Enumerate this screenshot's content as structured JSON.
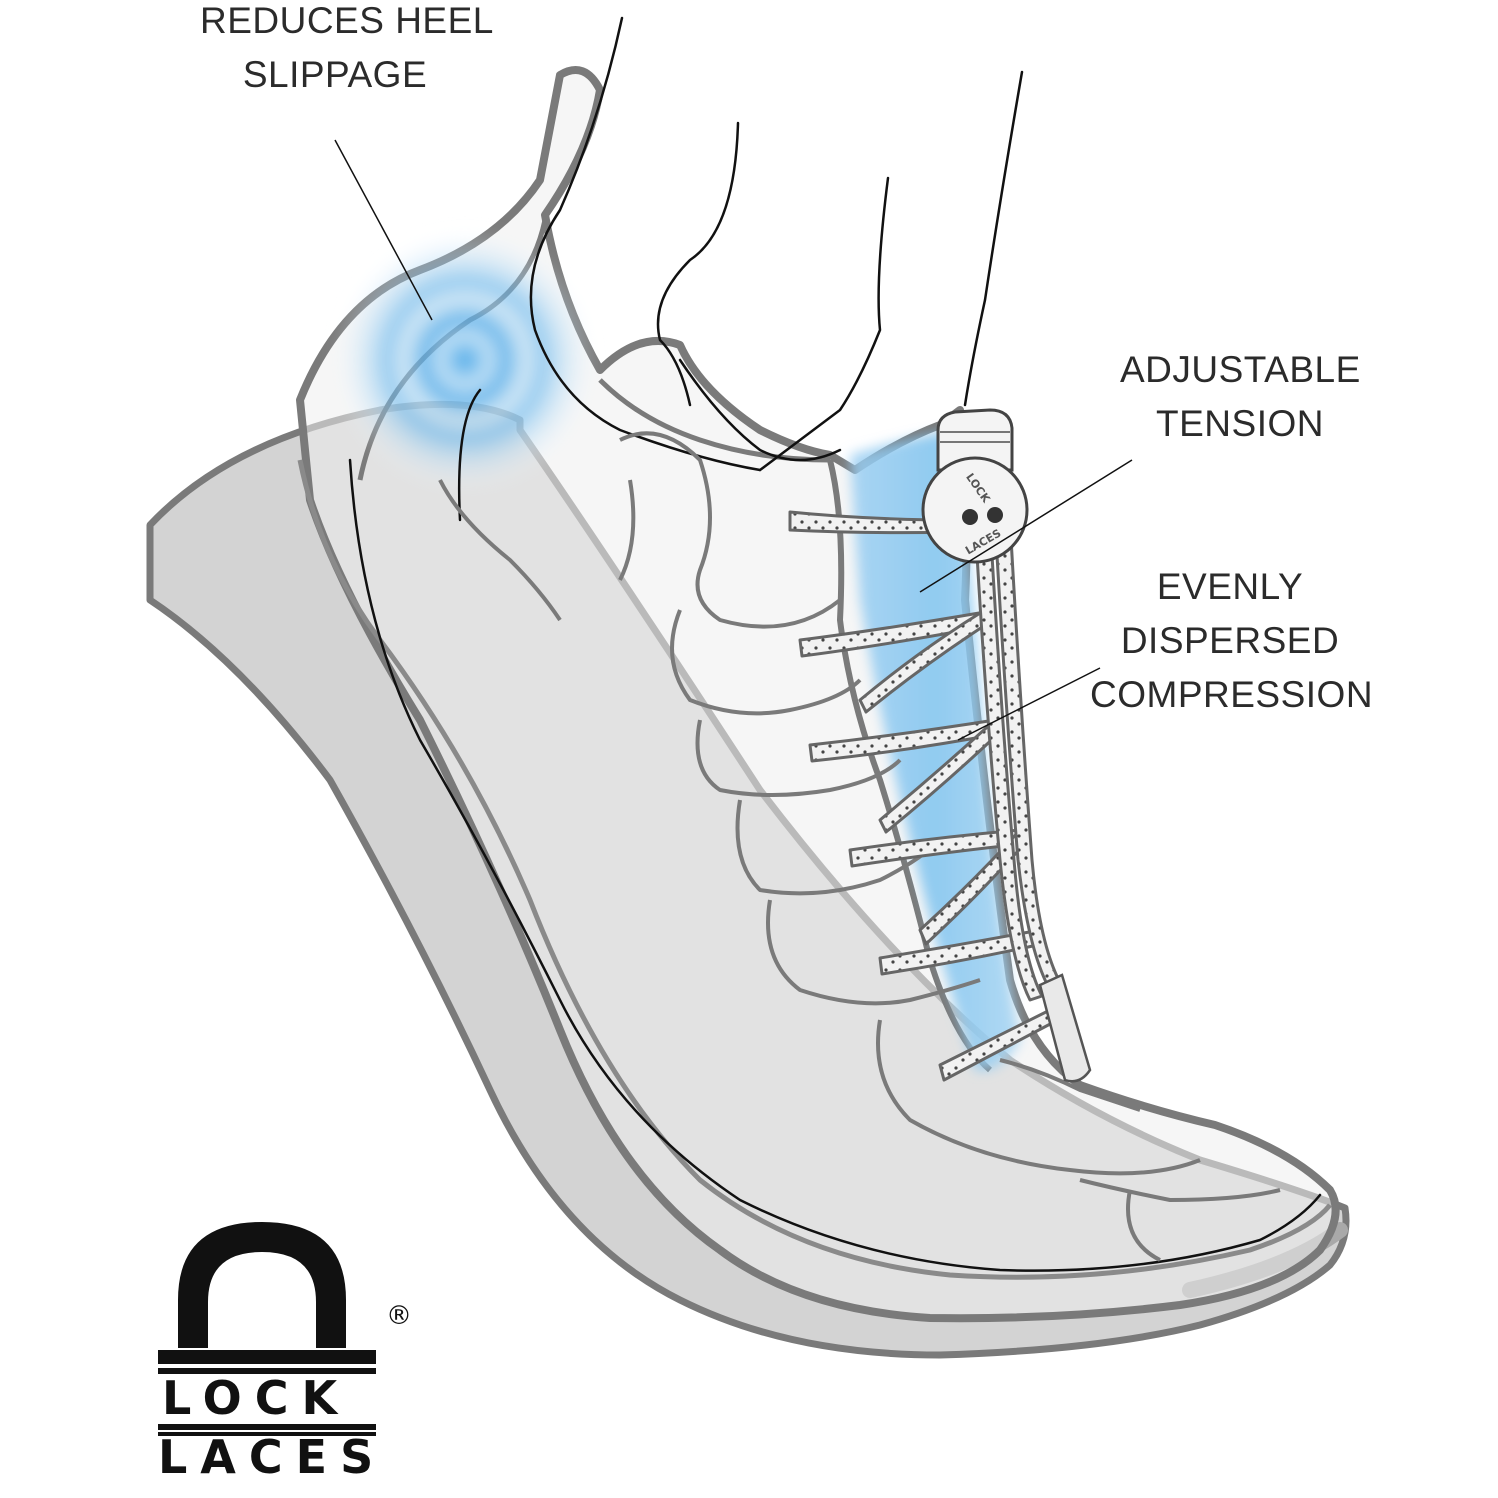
{
  "callouts": {
    "heel": {
      "line1": "REDUCES HEEL",
      "line2": "SLIPPAGE"
    },
    "tension": {
      "line1": "ADJUSTABLE",
      "line2": "TENSION"
    },
    "compression": {
      "line1": "EVENLY",
      "line2": "DISPERSED",
      "line3": "COMPRESSION"
    }
  },
  "lock_label": {
    "line1": "LOCK",
    "line2": "LACES"
  },
  "logo": {
    "word1": "LOCK",
    "word2": "LACES",
    "registered": "®"
  },
  "colors": {
    "outline": "#7a7a7a",
    "sole": "#d3d3d3",
    "highlight": "#79c3ee",
    "ink": "#111111",
    "text": "#2b2b2b"
  }
}
